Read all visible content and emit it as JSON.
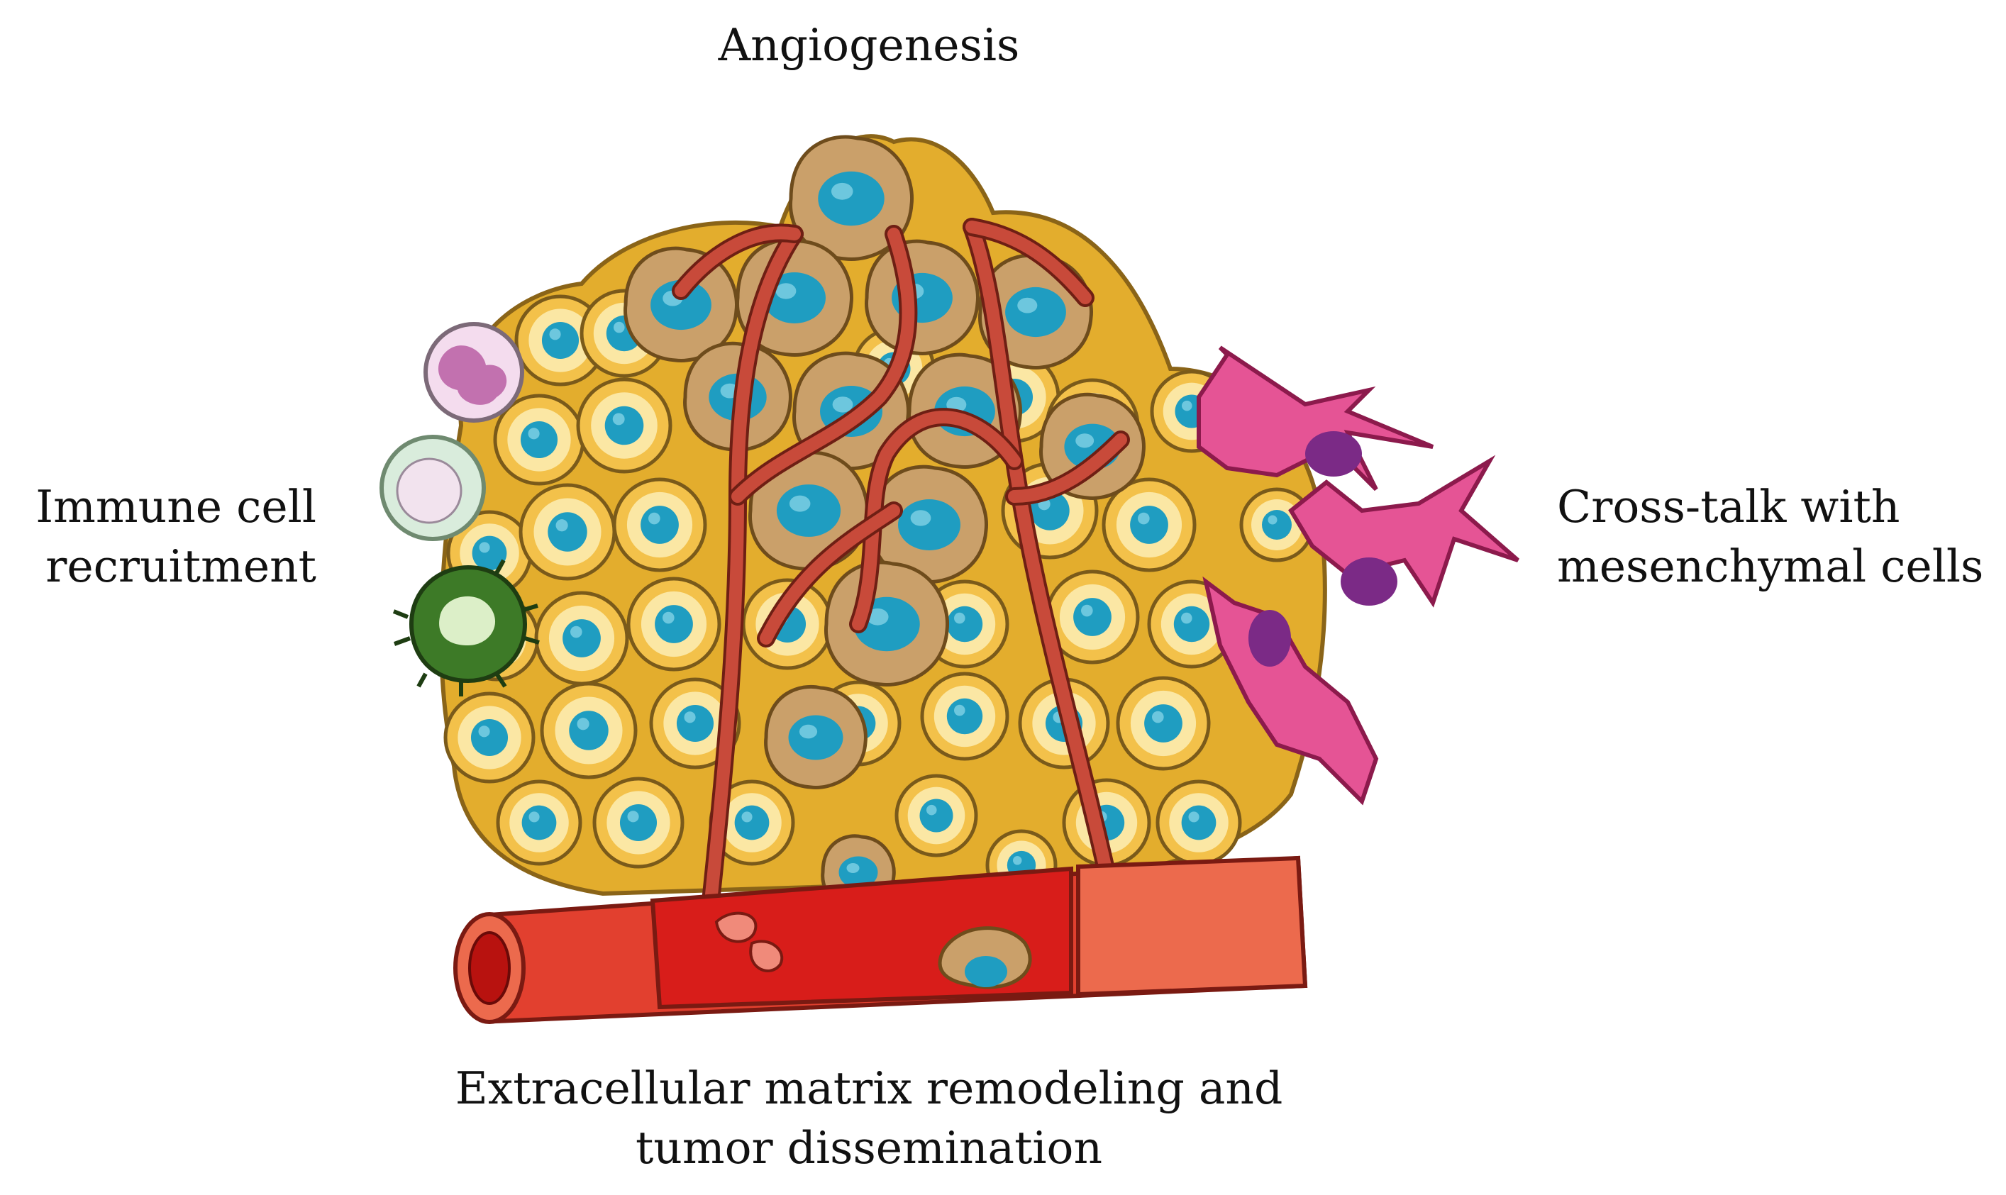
{
  "labels": {
    "top": [
      "Angiogenesis"
    ],
    "left": [
      "Immune cell",
      "recruitment"
    ],
    "right": [
      "Cross-talk with",
      "mesenchymal cells"
    ],
    "bottom": [
      "Extracellular matrix remodeling and",
      "tumor dissemination"
    ]
  },
  "colors": {
    "tumor_cell_fill": "#f3c14a",
    "tumor_cell_inner": "#fbe7a4",
    "tumor_cell_outline": "#7a5a1a",
    "nucleus": "#1f9dc1",
    "nucleus_highlight": "#8fd8ea",
    "invasive_cell": "#caa06a",
    "vessel": "#c84a3a",
    "blood_vessel": "#d8261e",
    "mesenchymal_cell": "#e0508f",
    "mesenchymal_nucleus": "#7b2a86",
    "neutrophil": "#f2d6ea",
    "lymphocyte": "#d6ead8",
    "macrophage": "#3f7d2a"
  }
}
